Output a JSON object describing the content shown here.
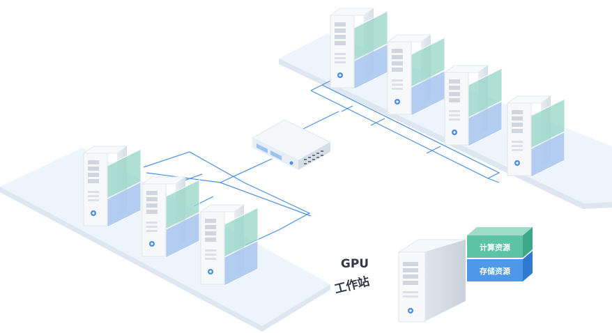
{
  "diagram": {
    "gpu_label_line1": "GPU",
    "gpu_label_line2": "工作站",
    "compute_resource_label": "计算资源",
    "storage_resource_label": "存储资源",
    "icons": {
      "server": "server-tower-icon",
      "switch": "network-switch-icon",
      "workstation": "gpu-workstation-icon"
    },
    "colors": {
      "network_line": "#4a8fe0",
      "platform": "#eef4fb",
      "server_body": "#f1f5f9",
      "teal_panel": "#96d5c6",
      "blue_panel": "#a8c6ee",
      "compute_box": "#5cc3a5",
      "storage_box": "#4f97e8",
      "text": "#333a44"
    }
  }
}
